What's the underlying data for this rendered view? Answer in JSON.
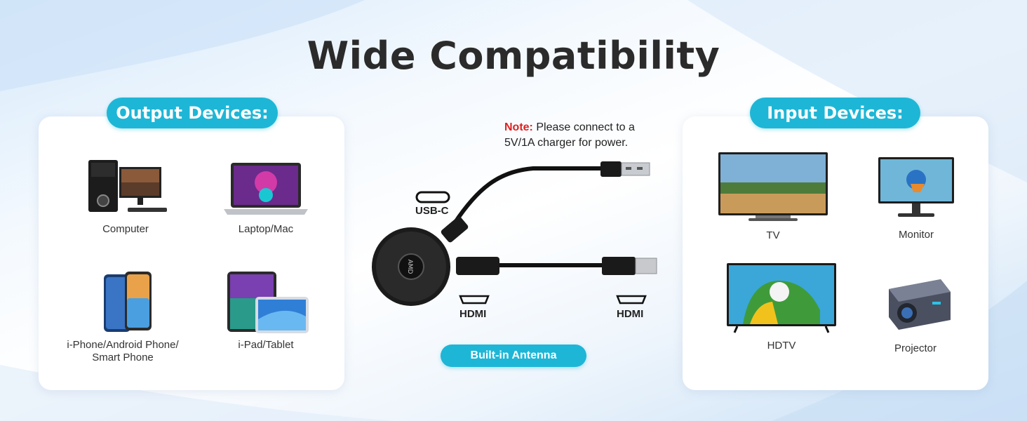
{
  "title": "Wide Compatibility",
  "output": {
    "heading": "Output Devices:",
    "devices": [
      {
        "label": "Computer",
        "icon": "desktop-computer-icon"
      },
      {
        "label": "Laptop/Mac",
        "icon": "laptop-icon"
      },
      {
        "label": "i-Phone/Android Phone/",
        "label2": "Smart Phone",
        "icon": "smartphone-icon"
      },
      {
        "label": "i-Pad/Tablet",
        "icon": "tablet-icon"
      }
    ]
  },
  "input": {
    "heading": "Input Devices:",
    "devices": [
      {
        "label": "TV",
        "icon": "tv-icon"
      },
      {
        "label": "Monitor",
        "icon": "monitor-icon"
      },
      {
        "label": "HDTV",
        "icon": "hdtv-icon"
      },
      {
        "label": "Projector",
        "icon": "projector-icon"
      }
    ]
  },
  "center": {
    "note_prefix": "Note:",
    "note_line1": " Please connect to a",
    "note_line2": "5V/1A charger for power.",
    "usbc_label": "USB-C",
    "hdmi_left_label": "HDMI",
    "hdmi_right_label": "HDMI",
    "antenna_label": "Built-in Antenna",
    "dongle_logo": "AMD"
  },
  "colors": {
    "accent": "#1eb6d6",
    "note_red": "#e02020",
    "title": "#2b2b2b"
  }
}
